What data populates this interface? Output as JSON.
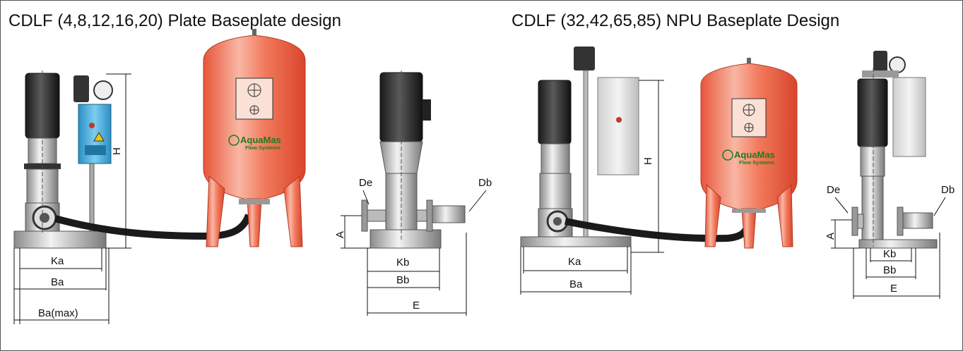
{
  "titles": {
    "left": "CDLF (4,8,12,16,20)  Plate Baseplate design",
    "right": "CDLF (32,42,65,85) NPU Baseplate Design"
  },
  "brand": {
    "name": "AquaMas",
    "tagline": "Flow Systems"
  },
  "dims_left": {
    "H": "H",
    "Ka": "Ka",
    "Ba": "Ba",
    "Bamax": "Ba(max)",
    "De": "De",
    "Db": "Db",
    "A": "A",
    "Kb": "Kb",
    "Bb": "Bb",
    "E": "E"
  },
  "dims_right": {
    "H": "H",
    "Ka": "Ka",
    "Ba": "Ba",
    "De": "De",
    "Db": "Db",
    "A": "A",
    "Kb": "Kb",
    "Bb": "Bb",
    "E": "E"
  },
  "colors": {
    "tank": "#f06a4c",
    "tank_highlight": "#f8b7a4",
    "pump_steel": "#c8c8c8",
    "motor": "#2b2b2b",
    "panel": "#3fa7d6",
    "hose": "#222222"
  }
}
